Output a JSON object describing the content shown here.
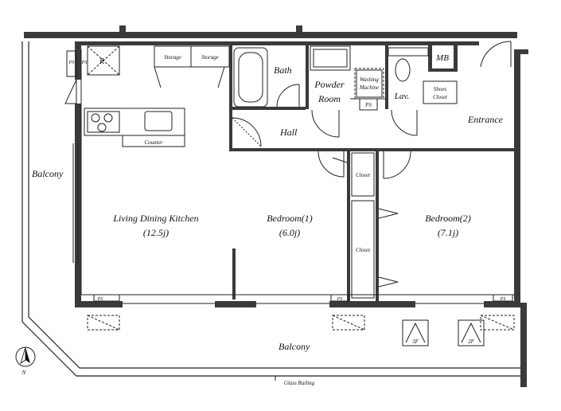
{
  "rooms": {
    "balcony_west": "Balcony",
    "balcony_south": "Balcony",
    "ldk_name": "Living Dining Kitchen",
    "ldk_size": "(12.5j)",
    "bedroom1_name": "Bedroom(1)",
    "bedroom1_size": "(6.0j)",
    "bedroom2_name": "Bedroom(2)",
    "bedroom2_size": "(7.1j)",
    "bath": "Bath",
    "powder_room_line1": "Powder",
    "powder_room_line2": "Room",
    "washing_machine_line1": "Washing",
    "washing_machine_line2": "Machine",
    "lav": "Lav.",
    "mb": "MB",
    "shoes_closet_line1": "Shoes",
    "shoes_closet_line2": "Closet",
    "entrance": "Entrance",
    "hall": "Hall",
    "storage_1": "Storage",
    "storage_2": "Storage",
    "counter": "Counter",
    "closet_1": "Closet",
    "closet_2": "Closet",
    "refrigerator": "R"
  },
  "markers": {
    "ps": "PS",
    "stair_3f": "3F",
    "stair_2f": "2F",
    "glass_railing": "Glass Railing",
    "north": "N"
  }
}
